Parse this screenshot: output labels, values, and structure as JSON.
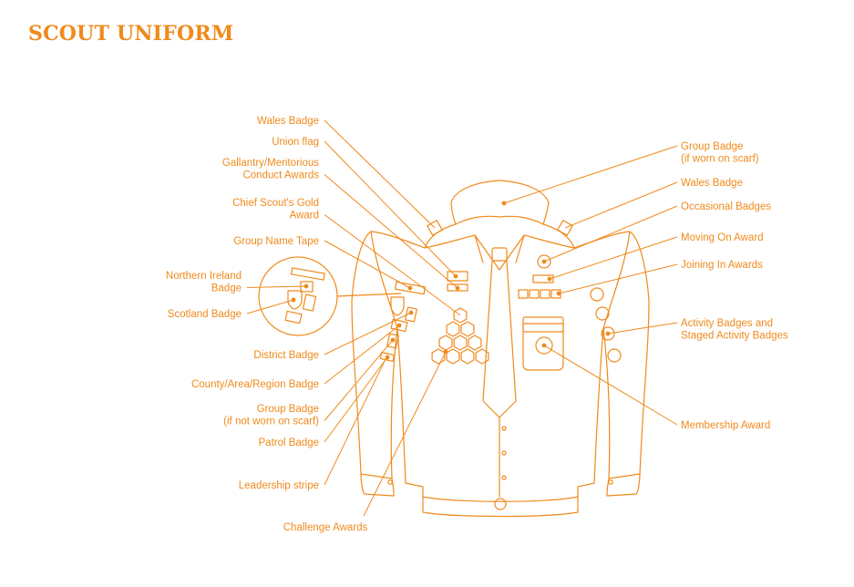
{
  "title": "SCOUT UNIFORM",
  "colors": {
    "accent": "#f08a1c",
    "line": "#f08a1c",
    "background": "#ffffff"
  },
  "labels_left": {
    "wales_badge": [
      "Wales Badge"
    ],
    "union_flag": [
      "Union flag"
    ],
    "gallantry": [
      "Gallantry/Meritorious",
      "Conduct Awards"
    ],
    "chief_scout_gold": [
      "Chief Scout's Gold",
      "Award"
    ],
    "group_name_tape": [
      "Group Name Tape"
    ],
    "northern_ireland": [
      "Northern Ireland",
      "Badge"
    ],
    "scotland": [
      "Scotland Badge"
    ],
    "district": [
      "District Badge"
    ],
    "county": [
      "County/Area/Region Badge"
    ],
    "group_badge_not_scarf": [
      "Group Badge",
      "(if not worn on scarf)"
    ],
    "patrol": [
      "Patrol Badge"
    ],
    "leadership_stripe": [
      "Leadership stripe"
    ],
    "challenge": [
      "Challenge Awards"
    ]
  },
  "labels_right": {
    "group_badge_scarf": [
      "Group Badge",
      "(if worn on scarf)"
    ],
    "wales_badge": [
      "Wales Badge"
    ],
    "occasional": [
      "Occasional Badges"
    ],
    "moving_on": [
      "Moving On Award"
    ],
    "joining_in": [
      "Joining In Awards"
    ],
    "activity": [
      "Activity Badges and",
      "Staged Activity Badges"
    ],
    "membership": [
      "Membership Award"
    ]
  }
}
